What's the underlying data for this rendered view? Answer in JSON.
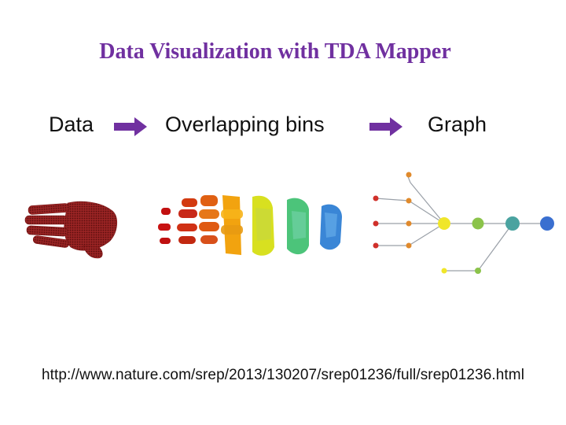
{
  "title": "Data Visualization with TDA Mapper",
  "steps": {
    "data_label": "Data",
    "bins_label": "Overlapping bins",
    "graph_label": "Graph"
  },
  "source_url": "http://www.nature.com/srep/2013/130207/srep01236/full/srep01236.html",
  "colors": {
    "title": "#7030a0",
    "arrow": "#7030a0",
    "point_cloud": "#8b1a1a",
    "gradient": [
      "#cc1111",
      "#e0620f",
      "#f4b400",
      "#dde21b",
      "#9ccc35",
      "#3fb8a8",
      "#3a7ad6"
    ]
  },
  "graph": {
    "node_colors": [
      "#d0302a",
      "#e08a2c",
      "#f0e62a",
      "#8bc34a",
      "#4aa3a0",
      "#3a6fd0"
    ]
  }
}
